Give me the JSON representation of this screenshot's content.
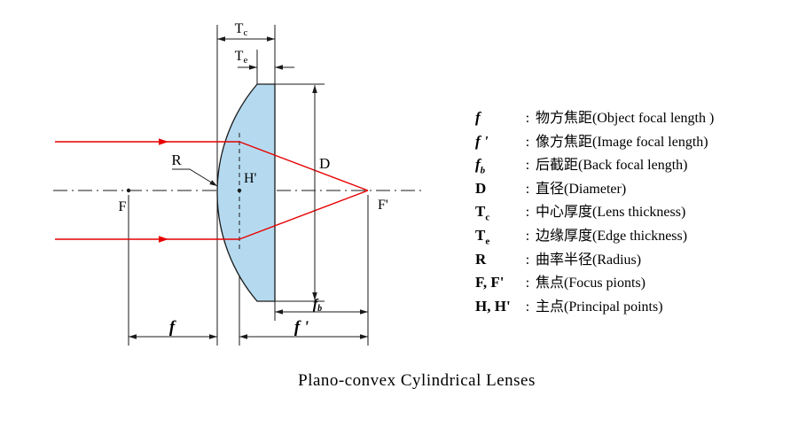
{
  "colors": {
    "lens_fill": "#b5daf0",
    "lens_stroke": "#1a1a1a",
    "ray": "#e60000",
    "line": "#1a1a1a"
  },
  "diagram": {
    "tc": {
      "main": "T",
      "sub": "c"
    },
    "te": {
      "main": "T",
      "sub": "e"
    },
    "diameter": "D",
    "h_prime": "H'",
    "radius": "R",
    "focus_left": "F",
    "focus_right": "F'",
    "fb": {
      "main": "f",
      "sub": "b"
    },
    "f": "f",
    "f_prime": "f '"
  },
  "legend": {
    "colon": ":",
    "rows": [
      {
        "sym": "f",
        "sub": "",
        "desc": "物方焦距(Object focal length )"
      },
      {
        "sym": "f '",
        "sub": "",
        "desc": "像方焦距(Image focal length)"
      },
      {
        "sym": "f",
        "sub": "b",
        "desc": "后截距(Back focal length)"
      },
      {
        "sym": "D",
        "sub": "",
        "desc": "直径(Diameter)"
      },
      {
        "sym": "T",
        "sub": "c",
        "desc": "中心厚度(Lens thickness)"
      },
      {
        "sym": "T",
        "sub": "e",
        "desc": "边缘厚度(Edge thickness)"
      },
      {
        "sym": "R",
        "sub": "",
        "desc": "曲率半径(Radius)"
      },
      {
        "sym": "F, F'",
        "sub": "",
        "desc": "焦点(Focus pionts)"
      },
      {
        "sym": "H, H'",
        "sub": "",
        "desc": "主点(Principal points)"
      }
    ]
  },
  "caption": "Plano-convex Cylindrical  Lenses"
}
